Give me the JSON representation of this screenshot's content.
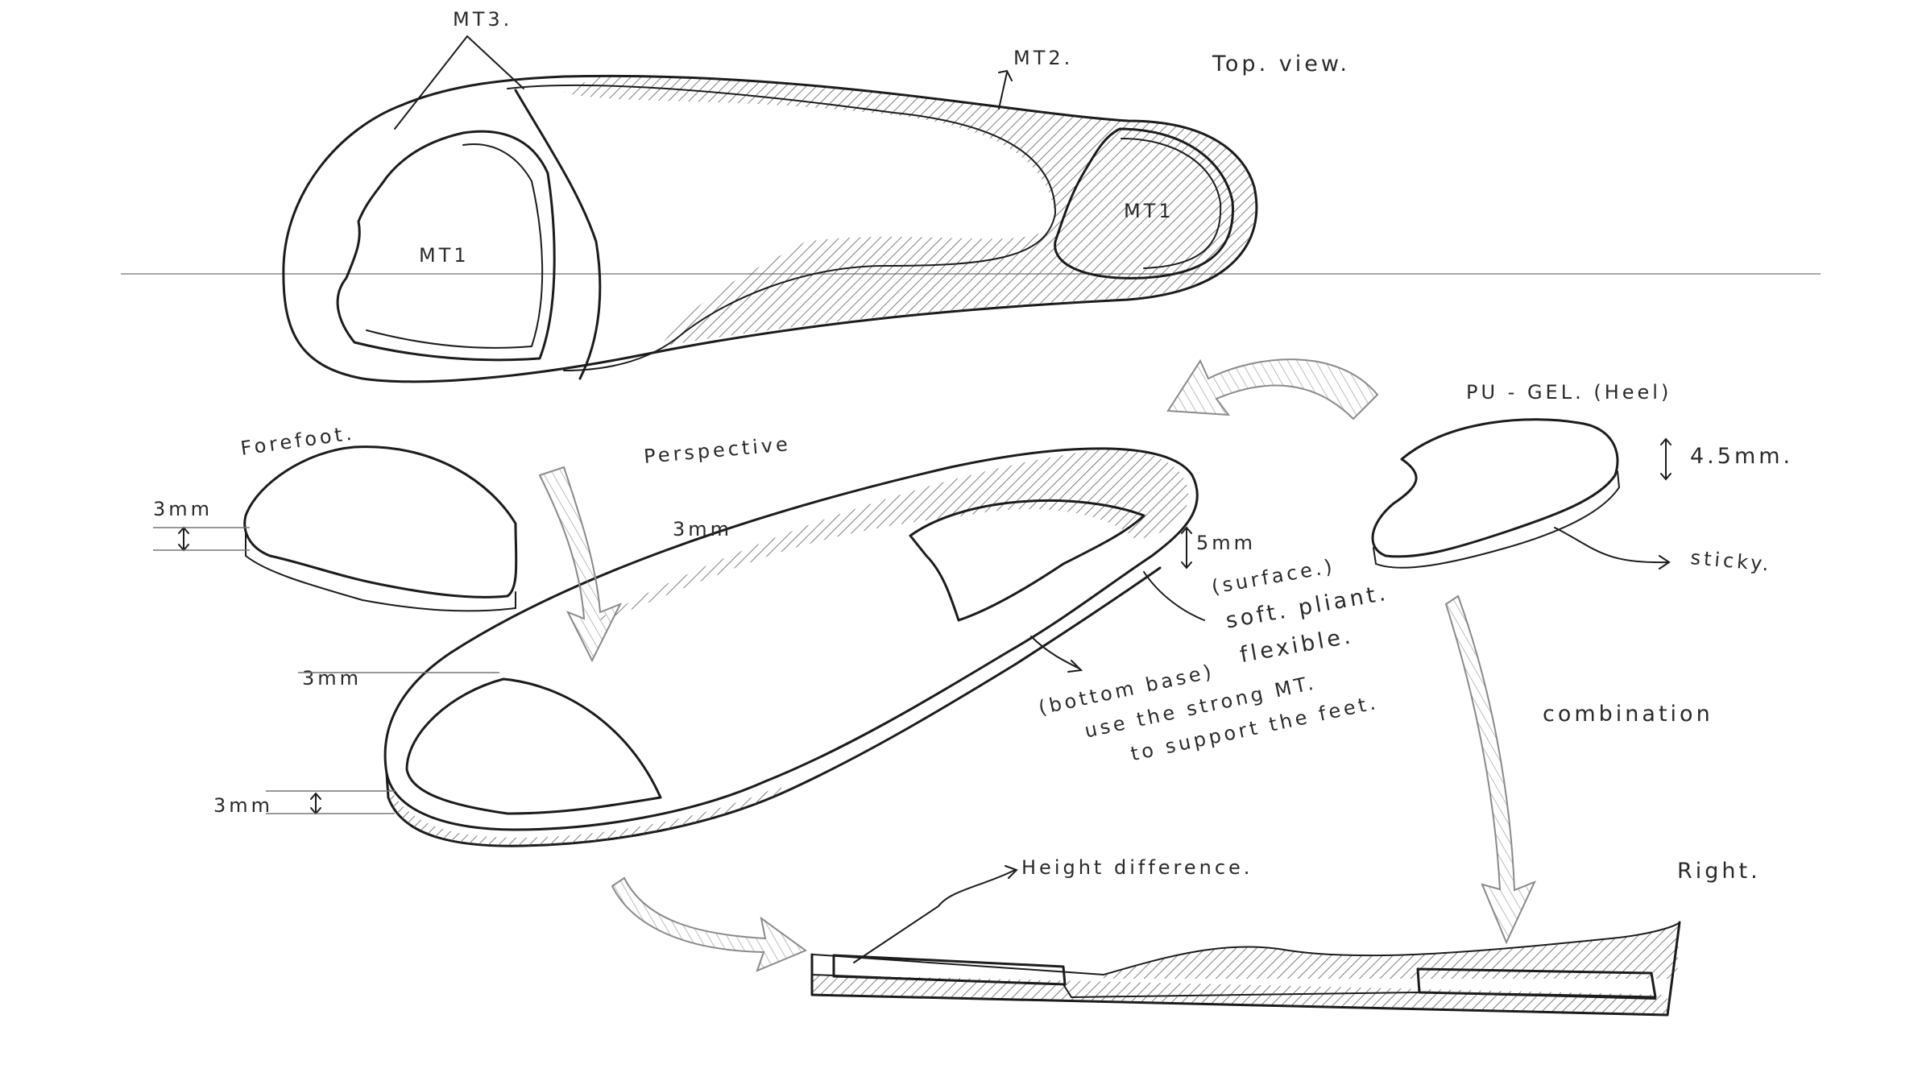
{
  "labels": {
    "mt3": "MT3.",
    "mt2": "MT2.",
    "top_view": "Top. view.",
    "mt1_forefoot": "MT1",
    "mt1_heel": "MT1",
    "forefoot": "Forefoot.",
    "perspective": "Perspective",
    "pu_gel": "PU - GEL. (Heel)",
    "height_4_5": "4.5mm.",
    "sticky": "sticky.",
    "dim_3mm_forefoot": "3mm",
    "dim_3mm_top": "3mm",
    "dim_5mm": "5mm",
    "dim_3mm_mid": "3mm",
    "dim_3mm_bottom": "3mm",
    "surface_1": "(surface.)",
    "surface_2": "soft. pliant.",
    "surface_3": "flexible.",
    "base_1": "(bottom base)",
    "base_2": "use the strong MT.",
    "base_3": "to support the feet.",
    "combination": "combination",
    "height_difference": "Height difference.",
    "right": "Right."
  },
  "colors": {
    "ink": "#1c1c1c",
    "paper": "#ffffff",
    "hatch": "#555555"
  }
}
